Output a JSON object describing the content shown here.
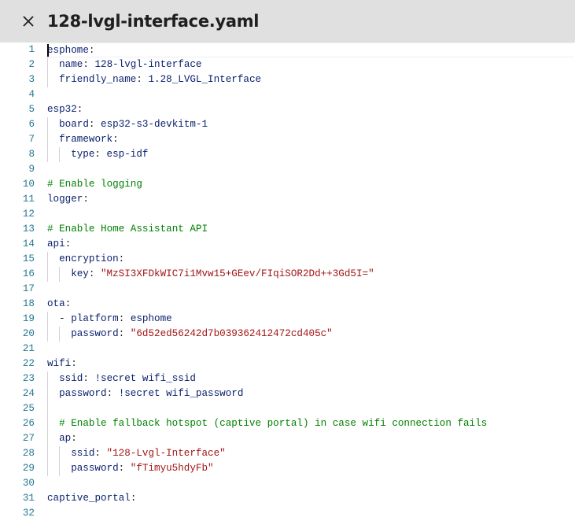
{
  "header": {
    "title": "128-lvgl-interface.yaml",
    "close_icon": "close-icon"
  },
  "colors": {
    "key": "#0b216f",
    "string": "#a31515",
    "comment": "#008000",
    "line_number": "#237893",
    "header_bg": "#e0e0e0"
  },
  "lines": [
    {
      "n": "1",
      "indent": 0,
      "tokens": [
        {
          "t": "key",
          "v": "esphome"
        },
        {
          "t": "p",
          "v": ":"
        }
      ]
    },
    {
      "n": "2",
      "indent": 1,
      "tokens": [
        {
          "t": "key",
          "v": "name"
        },
        {
          "t": "p",
          "v": ": "
        },
        {
          "t": "val",
          "v": "128-lvgl-interface"
        }
      ]
    },
    {
      "n": "3",
      "indent": 1,
      "tokens": [
        {
          "t": "key",
          "v": "friendly_name"
        },
        {
          "t": "p",
          "v": ": "
        },
        {
          "t": "val",
          "v": "1.28_LVGL_Interface"
        }
      ]
    },
    {
      "n": "4",
      "indent": 0,
      "tokens": []
    },
    {
      "n": "5",
      "indent": 0,
      "tokens": [
        {
          "t": "key",
          "v": "esp32"
        },
        {
          "t": "p",
          "v": ":"
        }
      ]
    },
    {
      "n": "6",
      "indent": 1,
      "tokens": [
        {
          "t": "key",
          "v": "board"
        },
        {
          "t": "p",
          "v": ": "
        },
        {
          "t": "val",
          "v": "esp32-s3-devkitm-1"
        }
      ]
    },
    {
      "n": "7",
      "indent": 1,
      "tokens": [
        {
          "t": "key",
          "v": "framework"
        },
        {
          "t": "p",
          "v": ":"
        }
      ]
    },
    {
      "n": "8",
      "indent": 2,
      "tokens": [
        {
          "t": "key",
          "v": "type"
        },
        {
          "t": "p",
          "v": ": "
        },
        {
          "t": "val",
          "v": "esp-idf"
        }
      ]
    },
    {
      "n": "9",
      "indent": 0,
      "tokens": []
    },
    {
      "n": "10",
      "indent": 0,
      "tokens": [
        {
          "t": "cm",
          "v": "# Enable logging"
        }
      ]
    },
    {
      "n": "11",
      "indent": 0,
      "tokens": [
        {
          "t": "key",
          "v": "logger"
        },
        {
          "t": "p",
          "v": ":"
        }
      ]
    },
    {
      "n": "12",
      "indent": 0,
      "tokens": []
    },
    {
      "n": "13",
      "indent": 0,
      "tokens": [
        {
          "t": "cm",
          "v": "# Enable Home Assistant API"
        }
      ]
    },
    {
      "n": "14",
      "indent": 0,
      "tokens": [
        {
          "t": "key",
          "v": "api"
        },
        {
          "t": "p",
          "v": ":"
        }
      ]
    },
    {
      "n": "15",
      "indent": 1,
      "tokens": [
        {
          "t": "key",
          "v": "encryption"
        },
        {
          "t": "p",
          "v": ":"
        }
      ]
    },
    {
      "n": "16",
      "indent": 2,
      "tokens": [
        {
          "t": "key",
          "v": "key"
        },
        {
          "t": "p",
          "v": ": "
        },
        {
          "t": "str",
          "v": "\"MzSI3XFDkWIC7i1Mvw15+GEev/FIqiSOR2Dd++3Gd5I=\""
        }
      ]
    },
    {
      "n": "17",
      "indent": 0,
      "tokens": []
    },
    {
      "n": "18",
      "indent": 0,
      "tokens": [
        {
          "t": "key",
          "v": "ota"
        },
        {
          "t": "p",
          "v": ":"
        }
      ]
    },
    {
      "n": "19",
      "indent": 1,
      "tokens": [
        {
          "t": "p",
          "v": "- "
        },
        {
          "t": "key",
          "v": "platform"
        },
        {
          "t": "p",
          "v": ": "
        },
        {
          "t": "val",
          "v": "esphome"
        }
      ]
    },
    {
      "n": "20",
      "indent": 2,
      "tokens": [
        {
          "t": "key",
          "v": "password"
        },
        {
          "t": "p",
          "v": ": "
        },
        {
          "t": "str",
          "v": "\"6d52ed56242d7b039362412472cd405c\""
        }
      ]
    },
    {
      "n": "21",
      "indent": 0,
      "tokens": []
    },
    {
      "n": "22",
      "indent": 0,
      "tokens": [
        {
          "t": "key",
          "v": "wifi"
        },
        {
          "t": "p",
          "v": ":"
        }
      ]
    },
    {
      "n": "23",
      "indent": 1,
      "tokens": [
        {
          "t": "key",
          "v": "ssid"
        },
        {
          "t": "p",
          "v": ": "
        },
        {
          "t": "val",
          "v": "!secret wifi_ssid"
        }
      ]
    },
    {
      "n": "24",
      "indent": 1,
      "tokens": [
        {
          "t": "key",
          "v": "password"
        },
        {
          "t": "p",
          "v": ": "
        },
        {
          "t": "val",
          "v": "!secret wifi_password"
        }
      ]
    },
    {
      "n": "25",
      "indent": 1,
      "tokens": []
    },
    {
      "n": "26",
      "indent": 1,
      "tokens": [
        {
          "t": "cm",
          "v": "# Enable fallback hotspot (captive portal) in case wifi connection fails"
        }
      ]
    },
    {
      "n": "27",
      "indent": 1,
      "tokens": [
        {
          "t": "key",
          "v": "ap"
        },
        {
          "t": "p",
          "v": ":"
        }
      ]
    },
    {
      "n": "28",
      "indent": 2,
      "tokens": [
        {
          "t": "key",
          "v": "ssid"
        },
        {
          "t": "p",
          "v": ": "
        },
        {
          "t": "str",
          "v": "\"128-Lvgl-Interface\""
        }
      ]
    },
    {
      "n": "29",
      "indent": 2,
      "tokens": [
        {
          "t": "key",
          "v": "password"
        },
        {
          "t": "p",
          "v": ": "
        },
        {
          "t": "str",
          "v": "\"fTimyu5hdyFb\""
        }
      ]
    },
    {
      "n": "30",
      "indent": 0,
      "tokens": []
    },
    {
      "n": "31",
      "indent": 0,
      "tokens": [
        {
          "t": "key",
          "v": "captive_portal"
        },
        {
          "t": "p",
          "v": ":"
        }
      ]
    },
    {
      "n": "32",
      "indent": 0,
      "tokens": []
    }
  ]
}
